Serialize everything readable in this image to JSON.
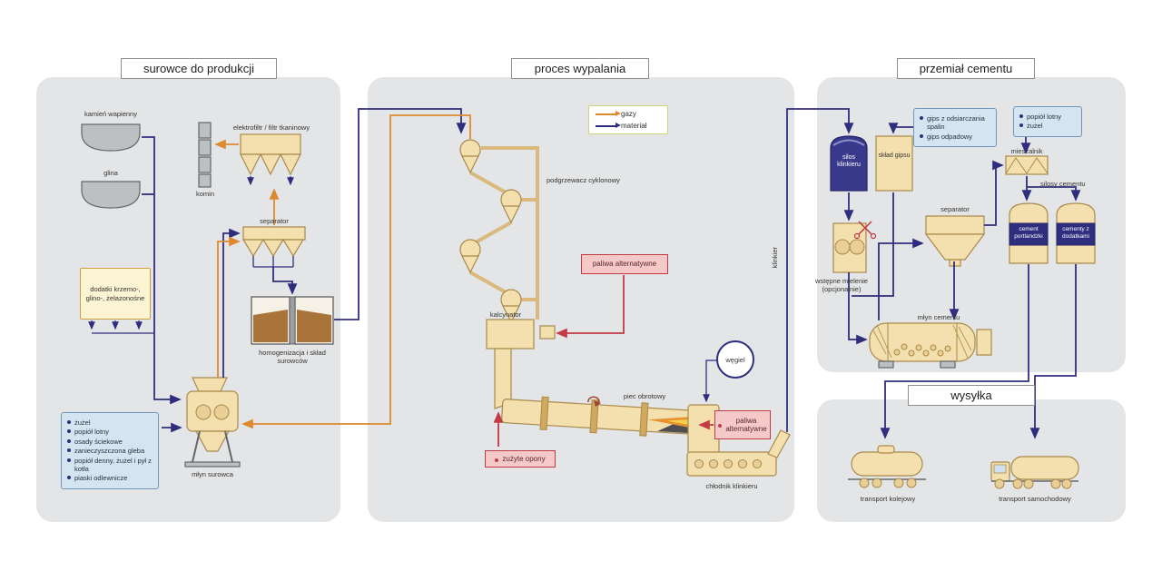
{
  "colors": {
    "gas": "#dd8a2f",
    "material": "#2f2d7e",
    "alt_fuel": "#c13a45",
    "panel_bg": "#e4e5e6",
    "equipment_fill": "#f4dfae",
    "equipment_stroke": "#a98a4a",
    "info_box_bg": "#d4e4f0",
    "info_box_border": "#6e96ba",
    "fuel_box_bg": "#f6c9c9",
    "additive_box_bg": "#fcf4d2",
    "additive_box_border": "#c8a040"
  },
  "panels": {
    "raw": {
      "title": "surowce do produkcji"
    },
    "firing": {
      "title": "proces wypalania"
    },
    "grinding": {
      "title": "przemiał cementu"
    },
    "shipping": {
      "title": "wysyłka"
    }
  },
  "legend": {
    "gas": "gazy",
    "material": "materiał"
  },
  "raw": {
    "limestone": "kamień wapienny",
    "clay": "glina",
    "electrofilter": "elektrofiltr / filtr tkaninowy",
    "chimney": "komin",
    "separator": "separator",
    "additives": "dodatki krzemo-, glino-, żelazonośne",
    "homogenization": "homogenizacja i skład surowców",
    "raw_mill": "młyn surowca",
    "alt_raw_materials": [
      "żużel",
      "popiół lotny",
      "osady ściekowe",
      "zanieczyszczona gleba",
      "popiół denny, żużel i pył z kotła",
      "piaski odlewnicze"
    ]
  },
  "firing": {
    "preheater": "podgrzewacz cyklonowy",
    "calciner": "kalcynator",
    "alt_fuels_calciner": "paliwa alternatywne",
    "coal": "węgiel",
    "kiln": "piec obrotowy",
    "used_tires": "zużyte opony",
    "alt_fuels_kiln": "paliwa alternatywne",
    "cooler": "chłodnik klinkieru",
    "clinker": "klinkier"
  },
  "grinding": {
    "clinker_silo": "silos klinkieru",
    "gypsum_store": "skład gipsu",
    "gypsum_sources": [
      "gips z odsiarczania spalin",
      "gips odpadowy"
    ],
    "ash_sources": [
      "popiół lotny",
      "żużel"
    ],
    "mixer": "mieszalnik",
    "cement_silos": "silosy cementu",
    "separator": "separator",
    "pre_grinding": "wstępne mielenie (opcjonalnie)",
    "cement_mill": "młyn cementu",
    "silo_portland": "cement portlandzki",
    "silo_blended": "cementy z dodatkami"
  },
  "shipping": {
    "rail": "transport kolejowy",
    "road": "transport samochodowy"
  }
}
